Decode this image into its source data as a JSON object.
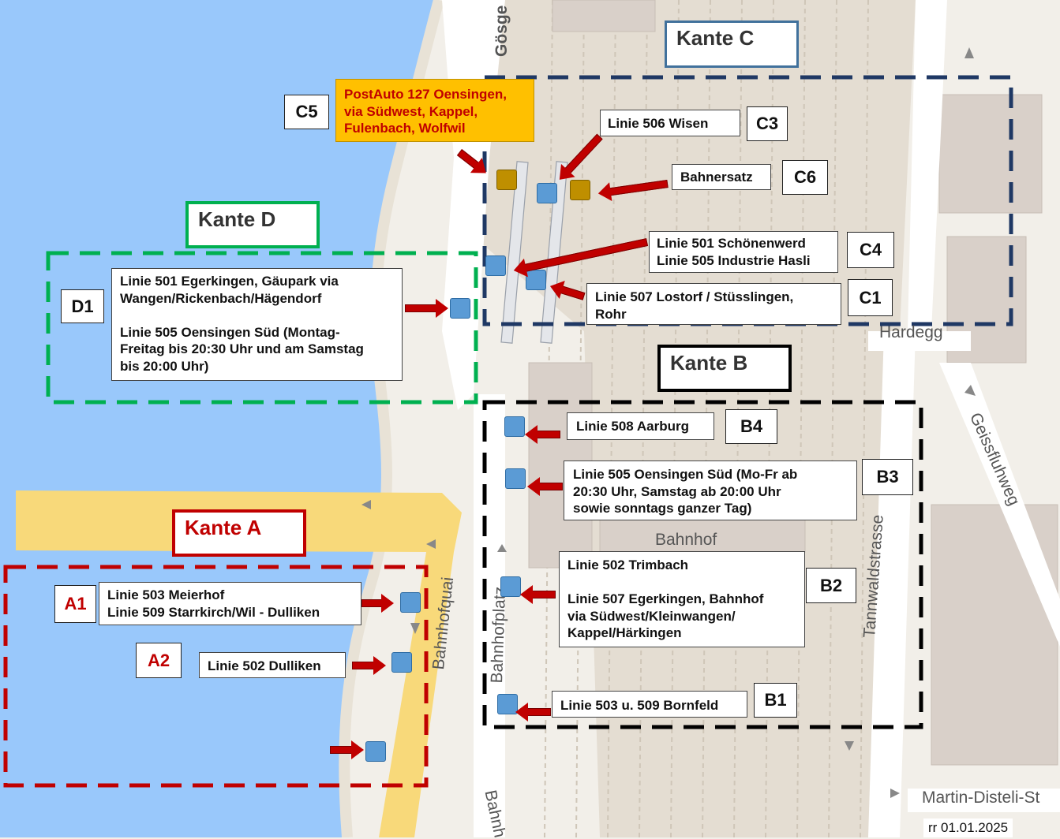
{
  "streets": {
    "goesgen": "Gösge",
    "hardegg": "Hardegg",
    "bahnhof": "Bahnhof",
    "tannwaldstrasse": "Tannwaldstrasse",
    "geissfluhweg": "Geissfluhweg",
    "bahnhofquai": "Bahnhofquai",
    "bahnhofplatz": "Bahnhofplatz",
    "bahnh_bottom": "Bahnh",
    "martin_disteli": "Martin-Disteli-St"
  },
  "kanten": {
    "a": "Kante A",
    "b": "Kante B",
    "c": "Kante C",
    "d": "Kante D"
  },
  "colors": {
    "kante_a": "#c00000",
    "kante_b": "#000000",
    "kante_c": "#1f3864",
    "kante_d": "#00b050",
    "stop_blue": "#5b9bd5",
    "stop_gold": "#bf8f00",
    "arrow": "#c00000",
    "postauto": "#ffc000",
    "water": "#99c8fb",
    "road_yellow": "#f8d97a"
  },
  "codes": {
    "a1": "A1",
    "a2": "A2",
    "b1": "B1",
    "b2": "B2",
    "b3": "B3",
    "b4": "B4",
    "c1": "C1",
    "c3": "C3",
    "c4": "C4",
    "c5": "C5",
    "c6": "C6",
    "d1": "D1"
  },
  "labels": {
    "a1": "Linie 503 Meierhof\nLinie 509 Starrkirch/Wil - Dulliken",
    "a2": "Linie 502  Dulliken",
    "b1": "Linie 503 u. 509  Bornfeld",
    "b2": "Linie 502  Trimbach\n\nLinie 507  Egerkingen, Bahnhof\nvia Südwest/Kleinwangen/\nKappel/Härkingen",
    "b3": "Linie 505  Oensingen Süd (Mo-Fr ab\n20:30 Uhr, Samstag ab 20:00 Uhr\nsowie sonntags ganzer Tag)",
    "b4": "Linie 508  Aarburg",
    "c1": "Linie 507  Lostorf / Stüsslingen,\nRohr",
    "c3": "Linie 506  Wisen",
    "c4": "Linie 501  Schönenwerd\nLinie 505  Industrie Hasli",
    "c5": "PostAuto 127 Oensingen,\nvia Südwest, Kappel,\nFulenbach, Wolfwil",
    "c6": "Bahnersatz",
    "d1": "Linie 501  Egerkingen, Gäupark via\nWangen/Rickenbach/Hägendorf\n\nLinie 505  Oensingen Süd (Montag-\nFreitag bis 20:30 Uhr und am Samstag\nbis 20:00 Uhr)"
  },
  "date": "rr 01.01.2025",
  "icons": [
    "bus-stop-icon",
    "arrow-right-icon",
    "arrow-left-icon",
    "road-direction-arrow-icon"
  ]
}
